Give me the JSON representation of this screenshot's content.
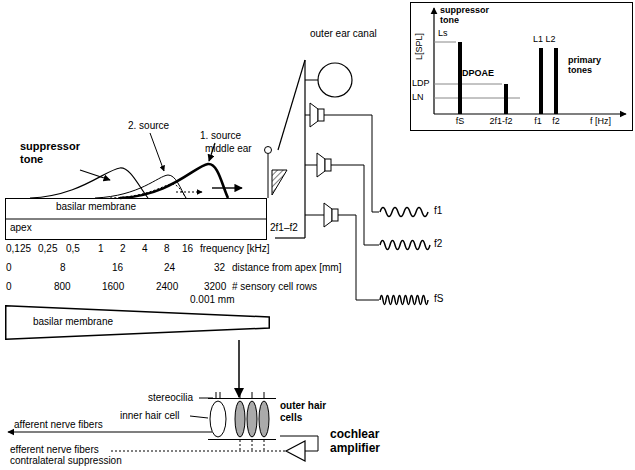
{
  "diagram": {
    "nodes": [
      {
        "text": [
          "basilar membrane",
          "apex"
        ]
      },
      {
        "text": [
          "basilar membrane"
        ]
      },
      {
        "text": [
          "outer hair cells"
        ]
      }
    ],
    "edges": [
      {
        "from": 1,
        "to": 2,
        "arrow": "to"
      }
    ],
    "labels": [
      "outer ear canal",
      "middle ear",
      "suppressor tone",
      "2. source",
      "1. source",
      "2f1–f2",
      "0,125",
      "0,25",
      "0,5",
      "1",
      "2",
      "4",
      "8",
      "16",
      "frequency [kHz]",
      "0",
      "8",
      "16",
      "24",
      "32",
      "distance from apex [mm]",
      "0",
      "800",
      "1600",
      "2400",
      "3200",
      "# sensory cell rows",
      "0.001 mm",
      "stereocilia",
      "inner hair cell",
      "cochlear amplifier",
      "afferent nerve fibers",
      "efferent nerve fibers",
      "contralateral suppression",
      "f1",
      "f2",
      "fS",
      "L[SPL]",
      "suppressor tone",
      "Ls",
      "L1 L2",
      "primary tones",
      "DPOAE",
      "LDP",
      "LN",
      "fS",
      "2f1-f2",
      "f1",
      "f2",
      "f [Hz]"
    ]
  }
}
